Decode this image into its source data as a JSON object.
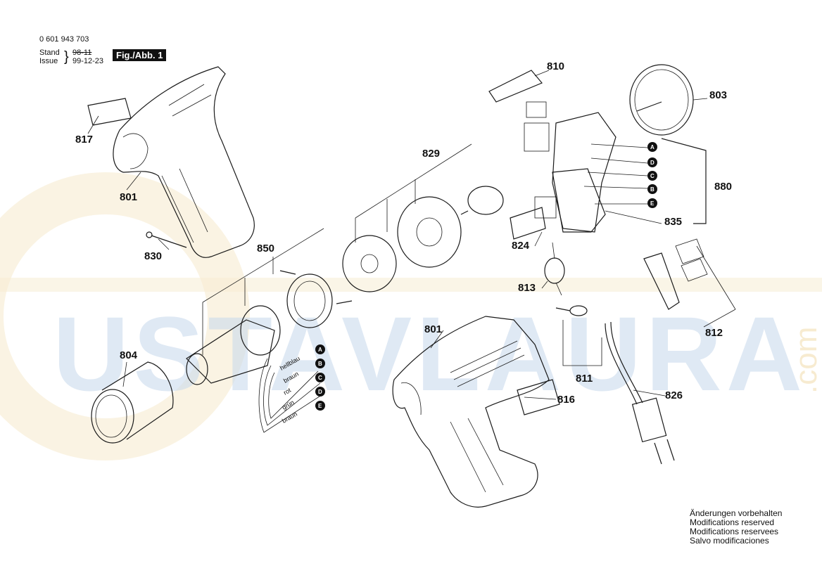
{
  "header": {
    "part_number": "0 601 943 703",
    "stand_label": "Stand",
    "stand_value": "98-11",
    "issue_label": "Issue",
    "issue_value": "99-12-23",
    "figure_label": "Fig./Abb. 1"
  },
  "parts": {
    "p801a": "801",
    "p801b": "801",
    "p803": "803",
    "p804": "804",
    "p810": "810",
    "p811": "811",
    "p812": "812",
    "p813": "813",
    "p816": "816",
    "p817": "817",
    "p824": "824",
    "p826": "826",
    "p829": "829",
    "p830": "830",
    "p835": "835",
    "p850": "850",
    "p880": "880"
  },
  "wire_colors": [
    "hellblau",
    "braun",
    "rot",
    "grün",
    "braun"
  ],
  "wire_markers": [
    "A",
    "B",
    "C",
    "D",
    "E"
  ],
  "connector_markers": [
    "A",
    "D",
    "C",
    "B",
    "E"
  ],
  "notes": [
    "Änderungen vorbehalten",
    "Modifications reserved",
    "Modifications reservees",
    "Salvo modificaciones"
  ],
  "watermark": {
    "text": "USTAVLAURA",
    "suffix": ".com",
    "color_blue": "#5b8ec9",
    "color_gold": "#e8c77a"
  }
}
